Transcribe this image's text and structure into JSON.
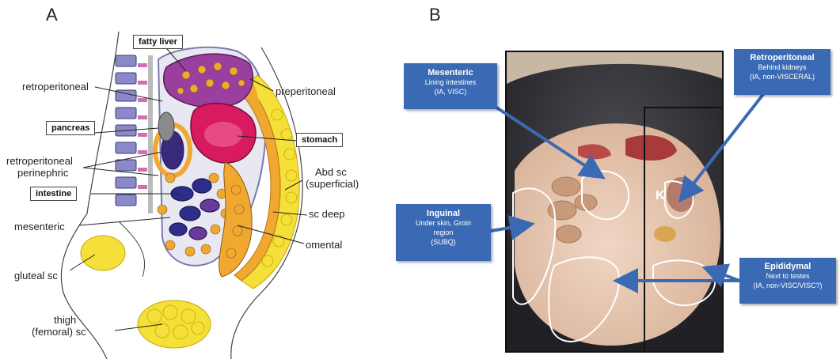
{
  "panels": {
    "a": "A",
    "b": "B"
  },
  "diagram_a": {
    "boxed_labels": {
      "fatty_liver": "fatty liver",
      "pancreas": "pancreas",
      "stomach": "stomach",
      "intestine": "intestine"
    },
    "labels": {
      "retroperitoneal": "retroperitoneal",
      "retroperitoneal_perinephric_1": "retroperitoneal",
      "retroperitoneal_perinephric_2": "perinephric",
      "mesenteric": "mesenteric",
      "gluteal": "gluteal sc",
      "thigh_1": "thigh",
      "thigh_2": "(femoral) sc",
      "preperitoneal": "preperitoneal",
      "abd_sc_1": "Abd sc",
      "abd_sc_2": "(superficial)",
      "sc_deep": "sc deep",
      "omental": "omental"
    },
    "colors": {
      "fat": "#f5e03a",
      "fat_orange": "#f0a830",
      "liver": "#9b3f9e",
      "stomach": "#d81b60",
      "kidney": "#3a2a7a",
      "spine": "#7070b0",
      "gut_blue": "#2c2e8a"
    }
  },
  "photo_b": {
    "kidney_marker": "K",
    "callouts": {
      "mesenteric": {
        "title": "Mesenteric",
        "line1": "Lining intestines",
        "line2": "(IA, VISC)"
      },
      "retroperitoneal": {
        "title": "Retroperitoneal",
        "line1": "Behind kidneys",
        "line2": "(IA, non-VISCERAL)"
      },
      "inguinal": {
        "title": "Inguinal",
        "line1": "Under skin, Groin",
        "line2": "region",
        "line3": "(SUBQ)"
      },
      "epididymal": {
        "title": "Epididymal",
        "line1": "Next to testes",
        "line2": "(IA, non-VISC/VISC?)"
      }
    },
    "colors": {
      "callout": "#3b6ab4",
      "arrow": "#3b6ab4"
    }
  }
}
